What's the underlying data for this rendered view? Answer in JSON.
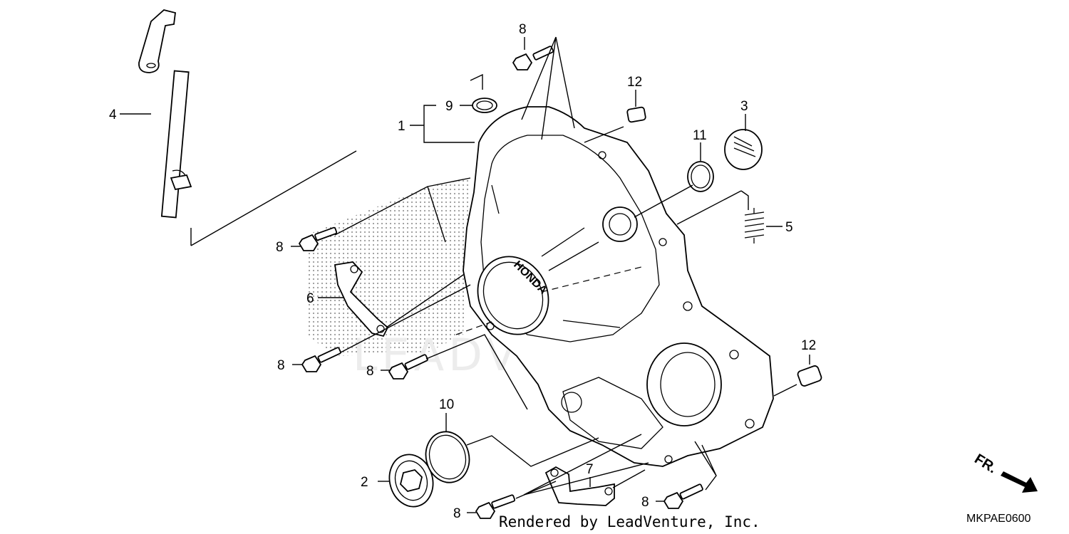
{
  "callouts": {
    "c1": "1",
    "c2": "2",
    "c3": "3",
    "c4": "4",
    "c5": "5",
    "c6": "6",
    "c7": "7",
    "c8a": "8",
    "c8b": "8",
    "c8c": "8",
    "c8d": "8",
    "c8e": "8",
    "c8f": "8",
    "c9": "9",
    "c10": "10",
    "c11": "11",
    "c12a": "12",
    "c12b": "12"
  },
  "cover_logo": "HONDA",
  "watermark": "LEADVENTURE",
  "footer": {
    "rendered_by": "Rendered by LeadVenture, Inc.",
    "diagram_code": "MKPAE0600"
  },
  "direction_indicator": "FR.",
  "colors": {
    "line": "#000000",
    "background": "#ffffff",
    "watermark": "#ececec"
  }
}
